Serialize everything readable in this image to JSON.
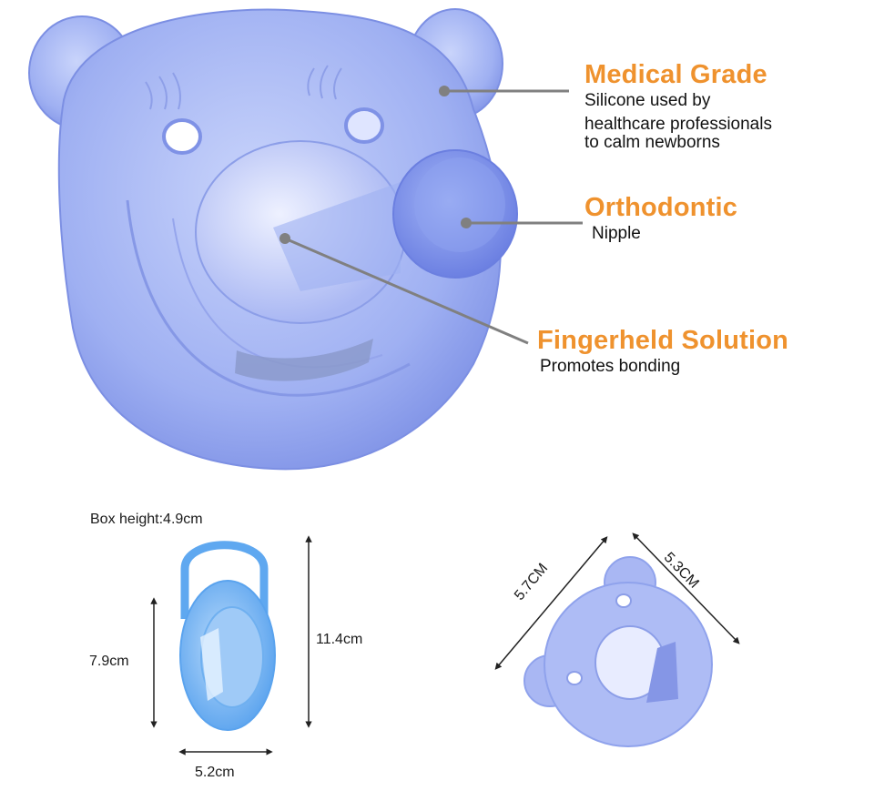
{
  "features": [
    {
      "title": "Medical Grade",
      "description_lines": [
        "Silicone used by",
        "healthcare professionals",
        "to calm newborns"
      ]
    },
    {
      "title": "Orthodontic",
      "description_lines": [
        "Nipple"
      ]
    },
    {
      "title": "Fingerheld Solution",
      "description_lines": [
        "Promotes bonding"
      ]
    }
  ],
  "box_dimensions": {
    "box_height": "Box height:4.9cm",
    "body_height": "7.9cm",
    "total_height": "11.4cm",
    "width": "5.2cm"
  },
  "pacifier_dimensions": {
    "width": "5.7CM",
    "height": "5.3CM"
  },
  "colors": {
    "accent": "#ef922e",
    "product_blue": "#8fa2ec",
    "case_blue": "#5fa8f0",
    "leader_line": "#808080"
  }
}
